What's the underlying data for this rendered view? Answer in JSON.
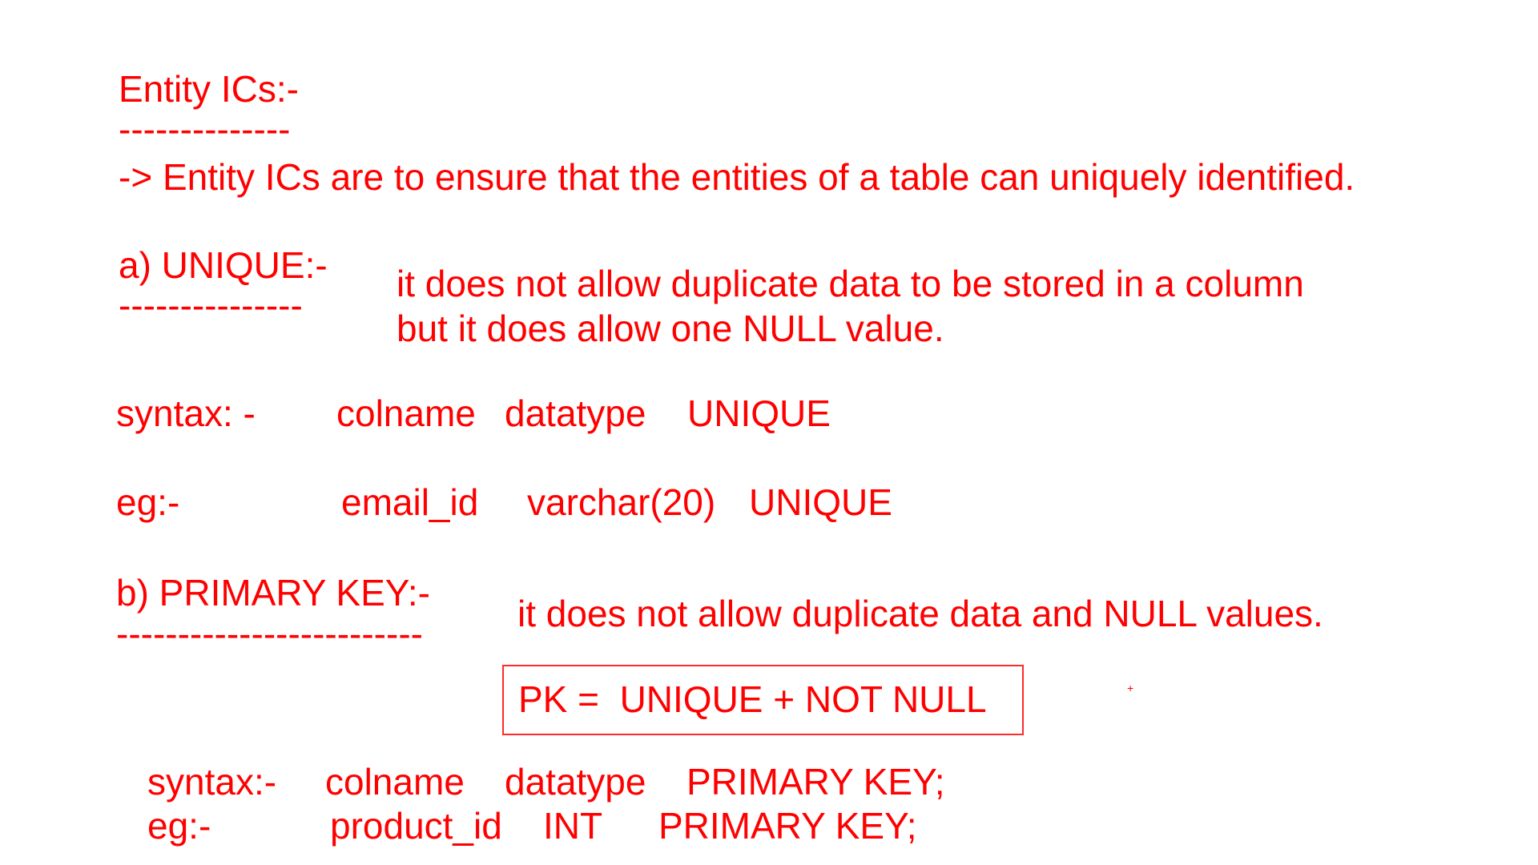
{
  "entity": {
    "heading": "Entity ICs:-",
    "underline": "--------------",
    "description": "-> Entity ICs are to ensure that the entities of a table can uniquely identified."
  },
  "unique": {
    "heading": "a) UNIQUE:-",
    "underline": "---------------",
    "desc_line1": "it does not allow duplicate data to be stored in a column",
    "desc_line2": "but it does allow one NULL value.",
    "syntax_label": "syntax: -",
    "syntax_col": "colname",
    "syntax_type": "datatype",
    "syntax_constraint": "UNIQUE",
    "eg_label": "eg:-",
    "eg_col": "email_id",
    "eg_type": "varchar(20)",
    "eg_constraint": "UNIQUE"
  },
  "primary_key": {
    "heading": "b) PRIMARY KEY:-",
    "underline": "-------------------------",
    "description": "it does not allow duplicate data and NULL values.",
    "formula": "PK =  UNIQUE + NOT NULL",
    "syntax_label": "syntax:-",
    "syntax_col": "colname",
    "syntax_type": "datatype",
    "syntax_constraint": "PRIMARY KEY;",
    "eg_label": "eg:-",
    "eg_col": "product_id",
    "eg_type": "INT",
    "eg_constraint": "PRIMARY KEY;"
  },
  "cursor_glyph": "+",
  "colors": {
    "ink": "#ff0000",
    "background": "#ffffff"
  }
}
